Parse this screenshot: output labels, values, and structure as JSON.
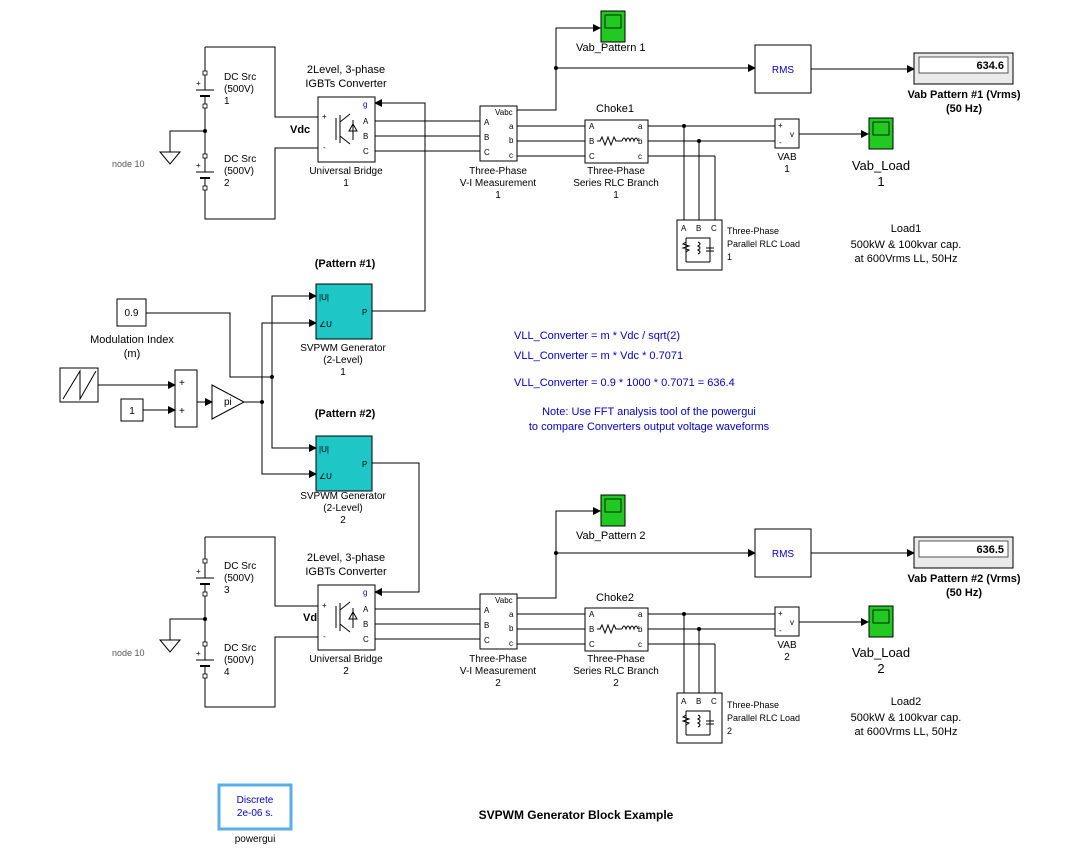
{
  "title": "SVPWM Generator Block Example",
  "powergui": {
    "line1": "Discrete",
    "line2": "2e-06 s.",
    "label": "powergui"
  },
  "modulation": {
    "value": "0.9",
    "label1": "Modulation Index",
    "label2": "(m)"
  },
  "constant_one": "1",
  "gain_label": "pi",
  "pattern1": {
    "title": "(Pattern #1)",
    "gen": {
      "port_u": "|U|",
      "port_angle": "∠U",
      "port_p": "P",
      "l1": "SVPWM Generator",
      "l2": "(2-Level)",
      "l3": "1"
    },
    "src_top": {
      "l1": "DC Src",
      "l2": "(500V)",
      "l3": "1"
    },
    "src_bot": {
      "l1": "DC Src",
      "l2": "(500V)",
      "l3": "2"
    },
    "node": "node 10",
    "conv": {
      "h1": "2Level, 3-phase",
      "h2": "IGBTs Converter",
      "vdc": "Vdc",
      "l1": "Universal Bridge",
      "l2": "1"
    },
    "meas": {
      "vabc": "Vabc",
      "l1": "Three-Phase",
      "l2": "V-I Measurement",
      "l3": "1"
    },
    "scope": "Vab_Pattern 1",
    "rms": "RMS",
    "display_value": "634.6",
    "display_l1": "Vab Pattern #1 (Vrms)",
    "display_l2": "(50 Hz)",
    "choke": {
      "title": "Choke1",
      "l1": "Three-Phase",
      "l2": "Series RLC Branch",
      "l3": "1"
    },
    "vab": {
      "l1": "VAB",
      "l2": "1"
    },
    "load_scope": {
      "l1": "Vab_Load",
      "l2": "1"
    },
    "load": {
      "l1": "Three-Phase",
      "l2": "Parallel RLC Load",
      "l3": "1"
    },
    "load_note": {
      "l1": "Load1",
      "l2": "500kW & 100kvar cap.",
      "l3": "at 600Vrms LL, 50Hz"
    }
  },
  "pattern2": {
    "title": "(Pattern #2)",
    "gen": {
      "port_u": "|U|",
      "port_angle": "∠U",
      "port_p": "P",
      "l1": "SVPWM Generator",
      "l2": "(2-Level)",
      "l3": "2"
    },
    "src_top": {
      "l1": "DC Src",
      "l2": "(500V)",
      "l3": "3"
    },
    "src_bot": {
      "l1": "DC Src",
      "l2": "(500V)",
      "l3": "4"
    },
    "node": "node 10",
    "conv": {
      "h1": "2Level, 3-phase",
      "h2": "IGBTs Converter",
      "vdc": "Vd",
      "l1": "Universal Bridge",
      "l2": "2"
    },
    "meas": {
      "vabc": "Vabc",
      "l1": "Three-Phase",
      "l2": "V-I Measurement",
      "l3": "2"
    },
    "scope": "Vab_Pattern 2",
    "rms": "RMS",
    "display_value": "636.5",
    "display_l1": "Vab Pattern #2 (Vrms)",
    "display_l2": "(50 Hz)",
    "choke": {
      "title": "Choke2",
      "l1": "Three-Phase",
      "l2": "Series RLC Branch",
      "l3": "2"
    },
    "vab": {
      "l1": "VAB",
      "l2": "2"
    },
    "load_scope": {
      "l1": "Vab_Load",
      "l2": "2"
    },
    "load": {
      "l1": "Three-Phase",
      "l2": "Parallel RLC Load",
      "l3": "2"
    },
    "load_note": {
      "l1": "Load2",
      "l2": "500kW & 100kvar cap.",
      "l3": "at 600Vrms LL, 50Hz"
    }
  },
  "notes": {
    "eq1": "VLL_Converter = m * Vdc / sqrt(2)",
    "eq2": "VLL_Converter = m * Vdc * 0.7071",
    "eq3": "VLL_Converter = 0.9 * 1000 * 0.7071 = 636.4",
    "note1": "Note: Use FFT analysis tool of the powergui",
    "note2": "to compare Converters output voltage waveforms"
  },
  "colors": {
    "teal": "#1ec6c6",
    "green": "#22c922",
    "blue_text": "#0000cc",
    "powergui_border": "#5aaee8"
  }
}
